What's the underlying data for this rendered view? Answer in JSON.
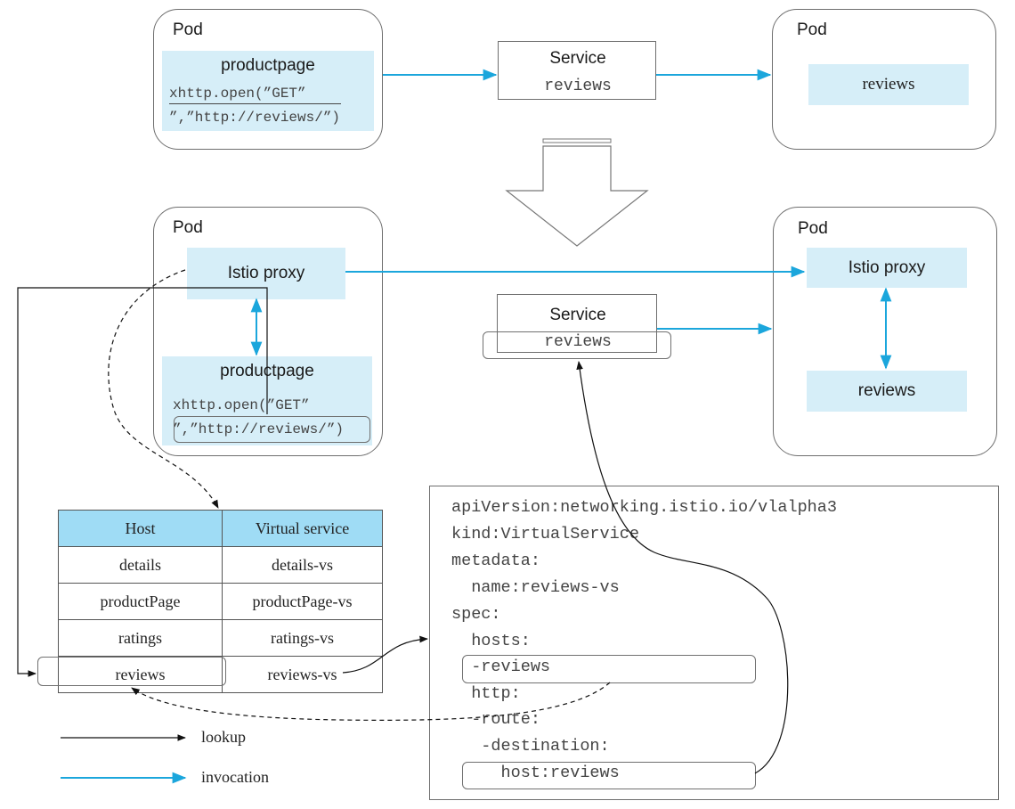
{
  "colors": {
    "invocation": "#1ba6dc",
    "lookup": "#111111",
    "box_fill": "#d6eef8",
    "table_header": "#9fdcf5"
  },
  "top_left_pod": {
    "title": "Pod",
    "box_title": "productpage",
    "code_line1": "xhttp.open(”GET”",
    "code_line2": "”,”http://reviews/”)"
  },
  "top_service": {
    "title": "Service",
    "name": "reviews"
  },
  "top_right_pod": {
    "title": "Pod",
    "box": "reviews"
  },
  "arrow_icon": "large-down-arrow-icon",
  "mid_left_pod": {
    "title": "Pod",
    "proxy": "Istio proxy",
    "box_title": "productpage",
    "code_line1": "xhttp.open(”GET”",
    "code_line2": "”,”http://reviews/”)"
  },
  "mid_service": {
    "title": "Service",
    "name": "reviews"
  },
  "mid_right_pod": {
    "title": "Pod",
    "proxy": "Istio proxy",
    "box": "reviews"
  },
  "table": {
    "headers": [
      "Host",
      "Virtual service"
    ],
    "rows": [
      [
        "details",
        "details-vs"
      ],
      [
        "productPage",
        "productPage-vs"
      ],
      [
        "ratings",
        "ratings-vs"
      ],
      [
        "reviews",
        "reviews-vs"
      ]
    ]
  },
  "yaml": [
    "apiVersion:networking.istio.io/vlalpha3",
    "kind:VirtualService",
    "metadata:",
    "  name:reviews-vs",
    "spec:",
    "  hosts:",
    "  -reviews",
    "  http:",
    "  -route:",
    "   -destination:",
    "     host:reviews"
  ],
  "legend": {
    "lookup": "lookup",
    "invocation": "invocation"
  }
}
